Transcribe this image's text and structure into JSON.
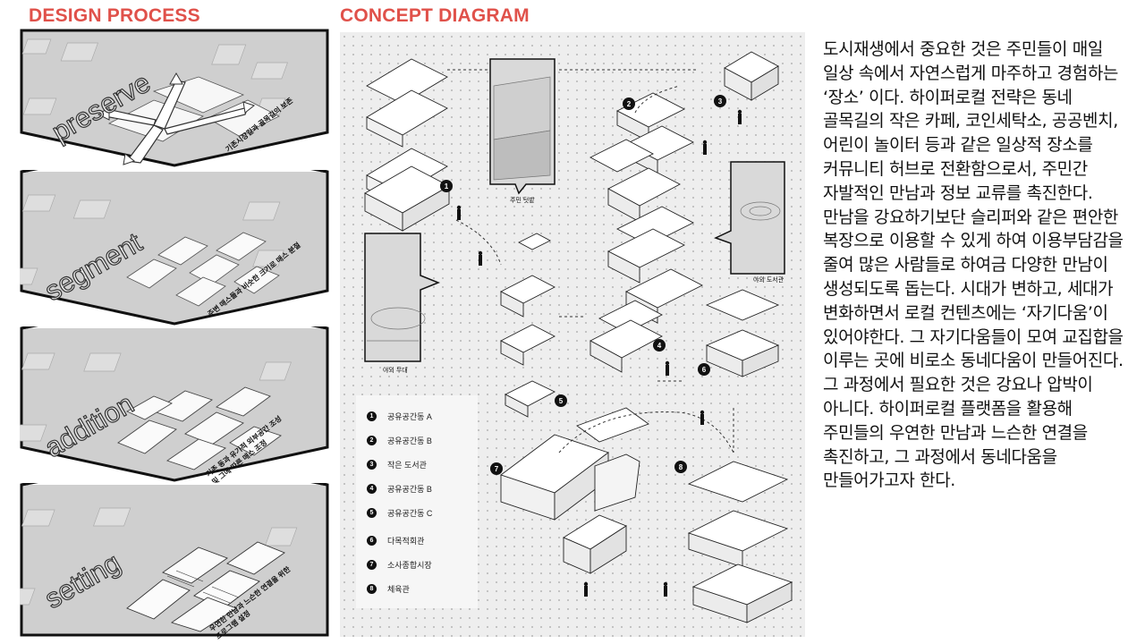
{
  "headings": {
    "design_process": "DESIGN PROCESS",
    "concept_diagram": "CONCEPT DIAGRAM"
  },
  "design_process": {
    "panels": [
      {
        "word": "preserve",
        "note": "기존시장길과 골목길의 보존"
      },
      {
        "word": "segment",
        "note": "주변 매스들과 비슷한 크기로 매스 분절"
      },
      {
        "word": "addition",
        "note": "기존 동과 유기적 외부공간 조성\n및 그에 따른 매스 조정"
      },
      {
        "word": "setting",
        "note": "우연한 만남과 느슨한 연결을 위한\n프로그램 설정"
      }
    ]
  },
  "concept": {
    "captions": {
      "backyard": "주민 텃밭",
      "outdoor_stage": "야외 무대",
      "outdoor_library": "야외 도서관"
    },
    "markers": [
      "1",
      "2",
      "3",
      "4",
      "5",
      "6",
      "7",
      "8"
    ],
    "legend": [
      {
        "num": "1",
        "label": "공유공간동 A"
      },
      {
        "num": "2",
        "label": "공유공간동 B"
      },
      {
        "num": "3",
        "label": "작은 도서관"
      },
      {
        "num": "4",
        "label": "공유공간동 B"
      },
      {
        "num": "5",
        "label": "공유공간동 C"
      },
      {
        "num": "6",
        "label": "다목적회관"
      },
      {
        "num": "7",
        "label": "소사종합시장"
      },
      {
        "num": "8",
        "label": "체육관"
      }
    ]
  },
  "body_text": "도시재생에서 중요한 것은 주민들이 매일 일상 속에서 자연스럽게 마주하고 경험하는 ‘장소’ 이다. 하이퍼로컬 전략은 동네 골목길의 작은 카페, 코인세탁소, 공공벤치, 어린이 놀이터 등과 같은 일상적 장소를 커뮤니티 허브로 전환함으로서, 주민간 자발적인 만남과 정보 교류를 촉진한다. 만남을 강요하기보단 슬리퍼와 같은 편안한 복장으로 이용할 수 있게 하여 이용부담감을 줄여 많은 사람들로 하여금 다양한 만남이 생성되도록 돕는다. 시대가 변하고, 세대가 변화하면서 로컬 컨텐츠에는 ‘자기다움’이 있어야한다. 그 자기다움들이 모여 교집합을 이루는 곳에 비로소 동네다움이 만들어진다. 그 과정에서 필요한 것은 강요나 압박이 아니다. 하이퍼로컬 플랫폼을 활용해 주민들의 우연한 만남과 느슨한 연결을 촉진하고, 그 과정에서 동네다움을 만들어가고자 한다."
}
